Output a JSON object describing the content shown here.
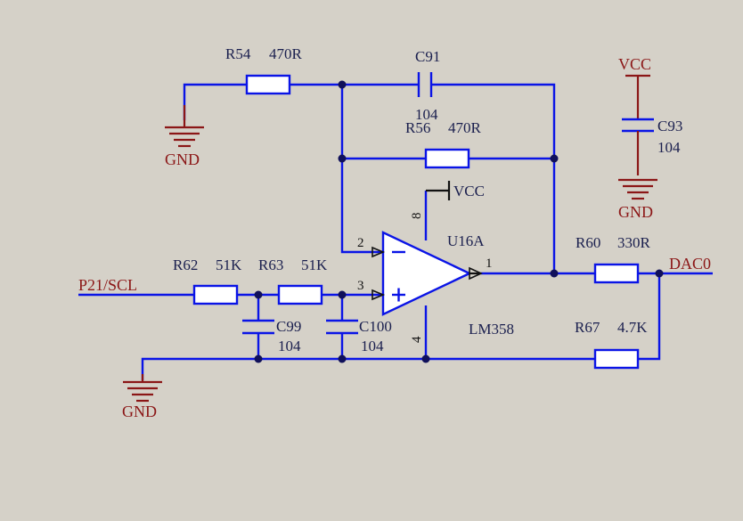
{
  "components": {
    "r54": {
      "ref": "R54",
      "value": "470R"
    },
    "c91": {
      "ref": "C91",
      "value": "104"
    },
    "r56": {
      "ref": "R56",
      "value": "470R"
    },
    "c93": {
      "ref": "C93",
      "value": "104"
    },
    "r62": {
      "ref": "R62",
      "value": "51K"
    },
    "r63": {
      "ref": "R63",
      "value": "51K"
    },
    "c99": {
      "ref": "C99",
      "value": "104"
    },
    "c100": {
      "ref": "C100",
      "value": "104"
    },
    "r60": {
      "ref": "R60",
      "value": "330R"
    },
    "r67": {
      "ref": "R67",
      "value": "4.7K"
    },
    "u16a": {
      "ref": "U16A",
      "part": "LM358",
      "pins": {
        "inv": "2",
        "noninv": "3",
        "out": "1",
        "vplus": "8",
        "vminus": "4"
      },
      "inv_sign": "−",
      "noninv_sign": "+"
    }
  },
  "power": {
    "vcc": "VCC",
    "gnd": "GND"
  },
  "nets": {
    "input": "P21/SCL",
    "output": "DAC0"
  },
  "colors": {
    "wire": "#0a14e6",
    "power": "#8b1616",
    "background": "#d5d1c8"
  }
}
